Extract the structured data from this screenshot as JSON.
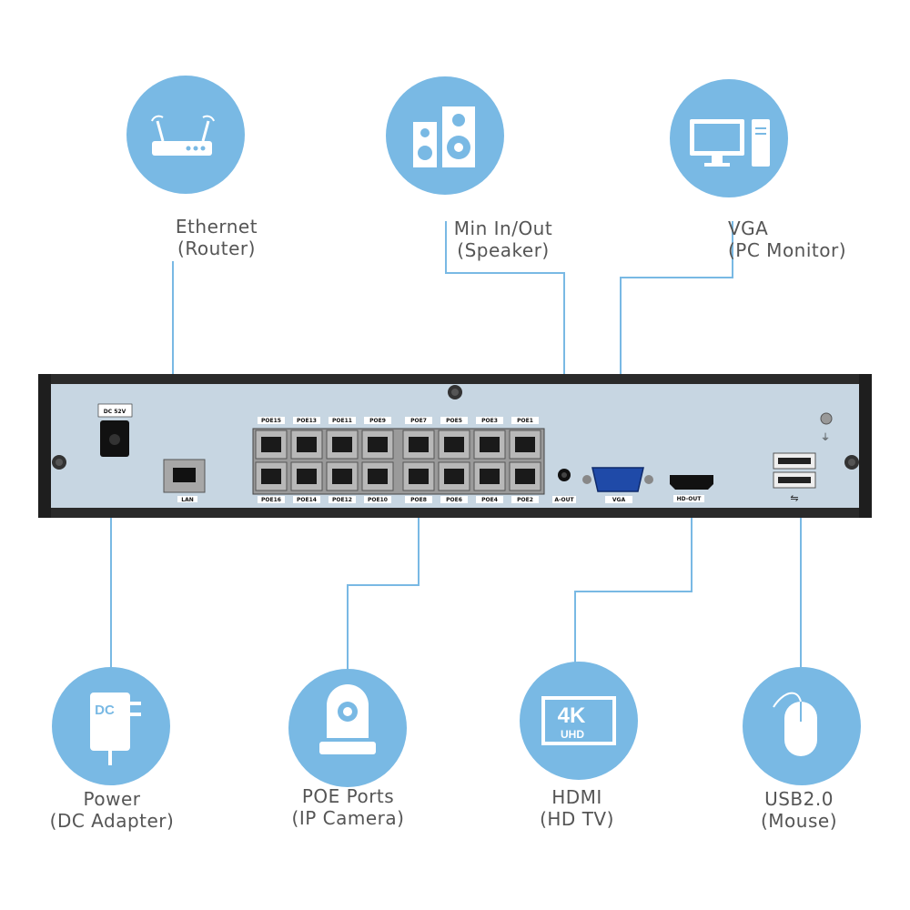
{
  "connections": {
    "ethernet": {
      "line1": "Ethernet",
      "line2": "(Router)",
      "icon": "router-icon"
    },
    "audio": {
      "line1": "Min In/Out",
      "line2": "(Speaker)",
      "icon": "speaker-icon"
    },
    "vga": {
      "line1": "VGA",
      "line2": "(PC Monitor)",
      "icon": "pc-monitor-icon"
    },
    "power": {
      "line1": "Power",
      "line2": "(DC Adapter)",
      "icon": "dc-adapter-icon"
    },
    "poe": {
      "line1": "POE Ports",
      "line2": "(IP Camera)",
      "icon": "ip-camera-icon"
    },
    "hdmi": {
      "line1": "HDMI",
      "line2": "(HD TV)",
      "icon": "4k-tv-icon"
    },
    "usb": {
      "line1": "USB2.0",
      "line2": "(Mouse)",
      "icon": "mouse-icon"
    }
  },
  "panel_labels": {
    "dc": "DC 52V",
    "lan": "LAN",
    "aout": "A-OUT",
    "vga": "VGA",
    "hdout": "HD-OUT",
    "poe_top": [
      "POE15",
      "POE13",
      "POE11",
      "POE9",
      "POE7",
      "POE5",
      "POE3",
      "POE1"
    ],
    "poe_bottom": [
      "POE16",
      "POE14",
      "POE12",
      "POE10",
      "POE8",
      "POE6",
      "POE4",
      "POE2"
    ]
  },
  "icon_text": {
    "dc": "DC",
    "fourk": "4K",
    "uhd": "UHD"
  },
  "colors": {
    "circle": "#79b9e4",
    "line": "#79b9e4",
    "panel": "#c7d6e2",
    "frame": "#2a2a2a"
  }
}
